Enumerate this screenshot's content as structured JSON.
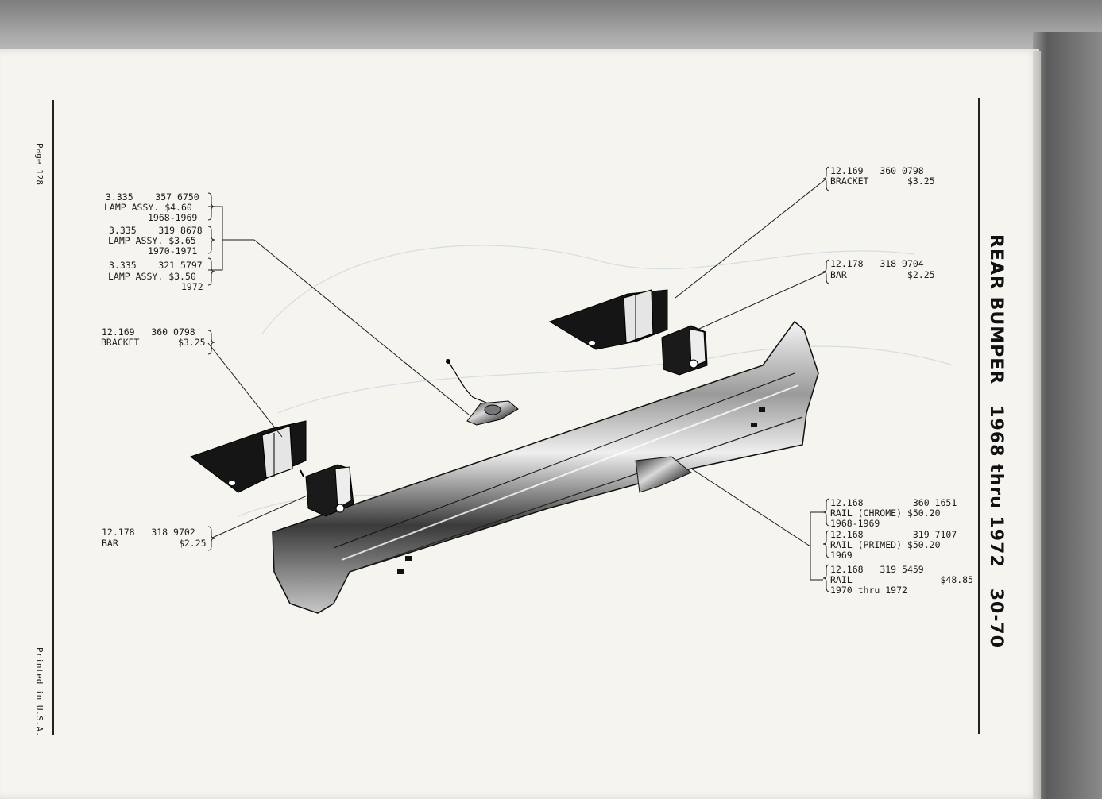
{
  "page": {
    "page_number": "Page 128",
    "printed": "Printed in U.S.A.",
    "title": {
      "name": "REAR BUMPER",
      "years": "1968 thru 1972",
      "code": "30-70"
    }
  },
  "callouts": {
    "lamp_group": [
      {
        "part": "3.335",
        "number": "357 6750",
        "name": "LAMP ASSY.",
        "price": "$4.60",
        "years": "1968-1969"
      },
      {
        "part": "3.335",
        "number": "319 8678",
        "name": "LAMP ASSY.",
        "price": "$3.65",
        "years": "1970-1971"
      },
      {
        "part": "3.335",
        "number": "321 5797",
        "name": "LAMP ASSY.",
        "price": "$3.50",
        "years": "1972"
      }
    ],
    "bracket_left": {
      "part": "12.169",
      "number": "360 0798",
      "name": "BRACKET",
      "price": "$3.25"
    },
    "bar_left": {
      "part": "12.178",
      "number": "318 9702",
      "name": "BAR",
      "price": "$2.25"
    },
    "bracket_right": {
      "part": "12.169",
      "number": "360 0798",
      "name": "BRACKET",
      "price": "$3.25"
    },
    "bar_right": {
      "part": "12.178",
      "number": "318 9704",
      "name": "BAR",
      "price": "$2.25"
    },
    "rail_group": [
      {
        "part": "12.168",
        "number": "360 1651",
        "name": "RAIL (CHROME)",
        "price": "$50.20",
        "years": "1968-1969"
      },
      {
        "part": "12.168",
        "number": "319 7107",
        "name": "RAIL (PRIMED)",
        "price": "$50.20",
        "years": "1969"
      },
      {
        "part": "12.168",
        "number": "319 5459",
        "name": "RAIL",
        "price": "$48.85",
        "years": "1970 thru 1972"
      }
    ]
  },
  "colors": {
    "ink": "#1c1c1c",
    "paper": "#f5f4ef"
  }
}
